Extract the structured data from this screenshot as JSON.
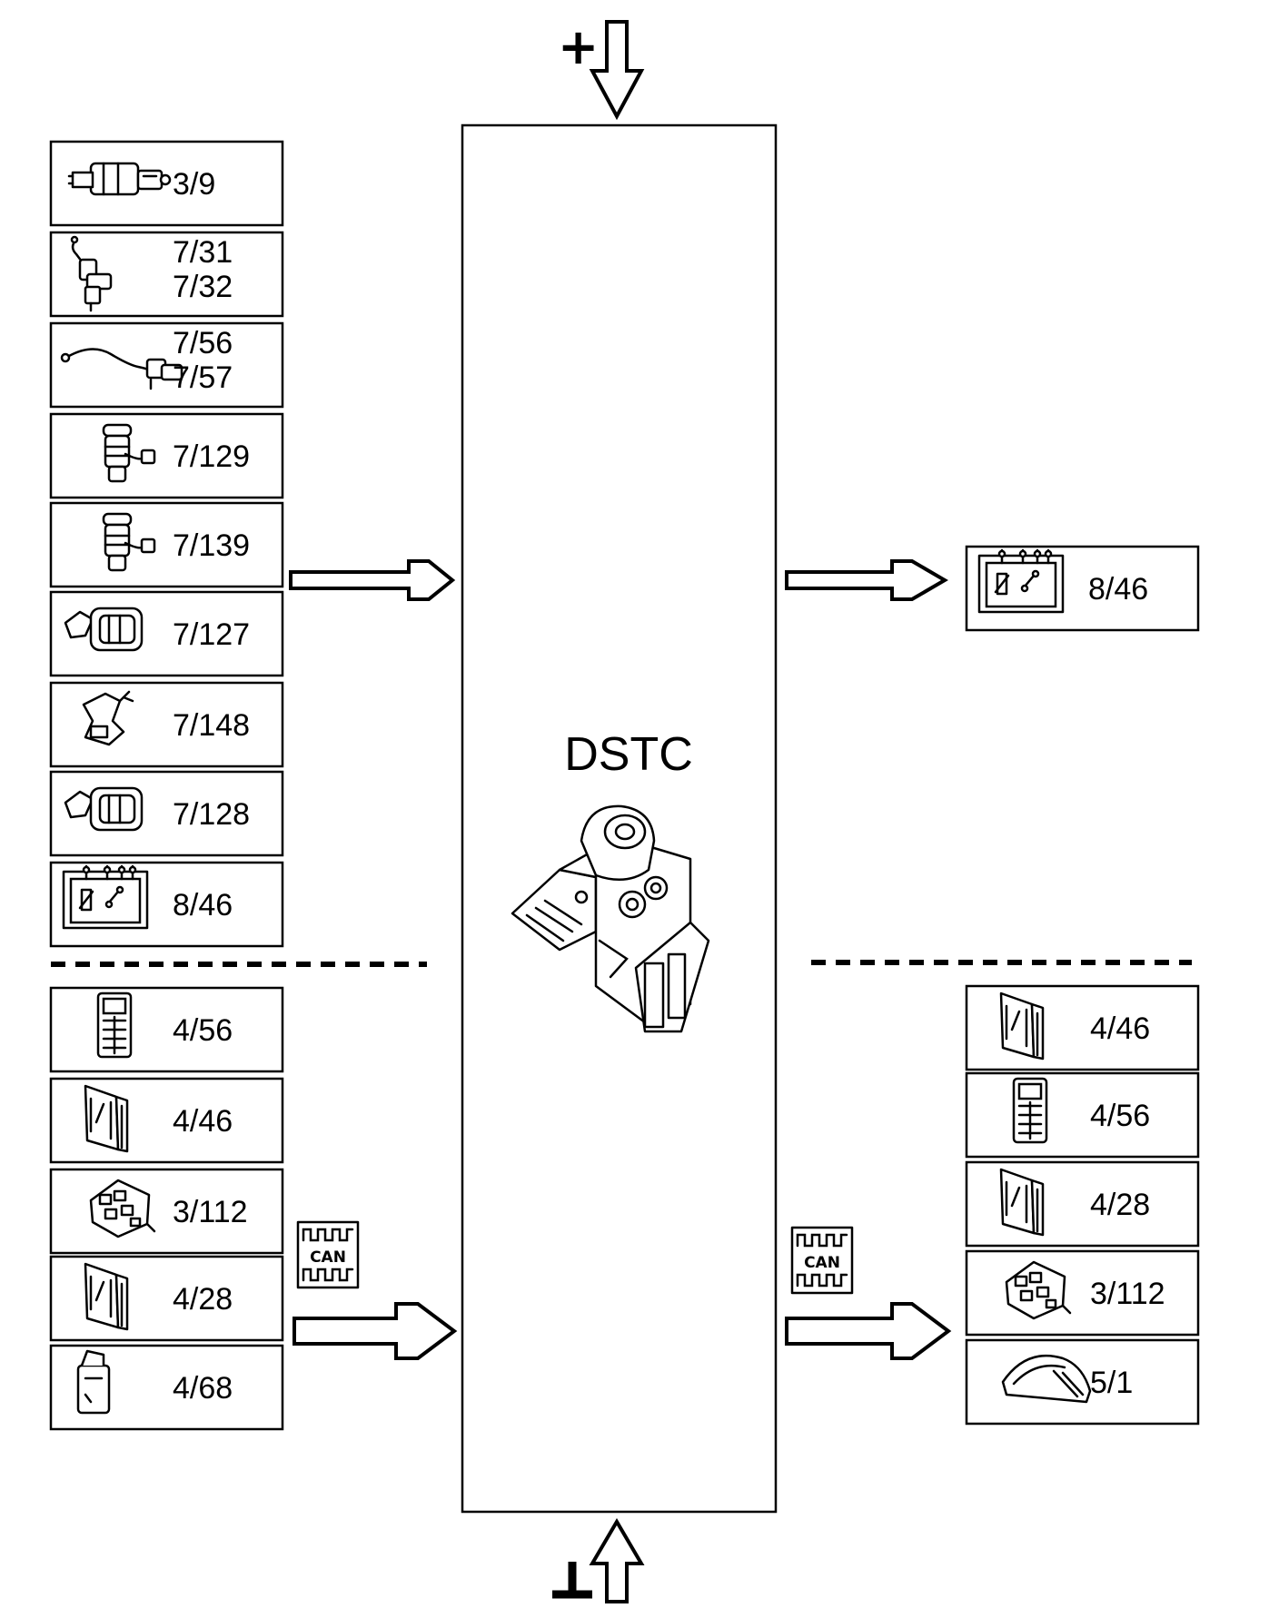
{
  "module": {
    "name": "DSTC",
    "icon": "abs-hydraulic-unit-icon"
  },
  "power": {
    "supply_symbol": "+",
    "ground_symbol": "ground-symbol"
  },
  "bus": {
    "label": "CAN"
  },
  "left_inputs": [
    {
      "lines": [
        "3/9"
      ],
      "icon": "switch-connector-icon"
    },
    {
      "lines": [
        "7/31",
        "7/32"
      ],
      "icon": "wheel-sensor-icon"
    },
    {
      "lines": [
        "7/56",
        "7/57"
      ],
      "icon": "cable-sensor-icon"
    },
    {
      "lines": [
        "7/129"
      ],
      "icon": "pressure-sensor-icon"
    },
    {
      "lines": [
        "7/139"
      ],
      "icon": "pressure-sensor-icon"
    },
    {
      "lines": [
        "7/127"
      ],
      "icon": "yaw-sensor-icon"
    },
    {
      "lines": [
        "7/148"
      ],
      "icon": "bracket-sensor-icon"
    },
    {
      "lines": [
        "7/128"
      ],
      "icon": "yaw-sensor-icon"
    },
    {
      "lines": [
        "8/46"
      ],
      "icon": "relay-icon"
    }
  ],
  "left_can": [
    {
      "lines": [
        "4/56"
      ],
      "icon": "control-module-icon"
    },
    {
      "lines": [
        "4/46"
      ],
      "icon": "ecu-icon"
    },
    {
      "lines": [
        "3/112"
      ],
      "icon": "central-electronic-module-icon"
    },
    {
      "lines": [
        "4/28"
      ],
      "icon": "ecu-icon"
    },
    {
      "lines": [
        "4/68"
      ],
      "icon": "small-module-icon"
    }
  ],
  "right_outputs": [
    {
      "lines": [
        "8/46"
      ],
      "icon": "relay-icon"
    }
  ],
  "right_can": [
    {
      "lines": [
        "4/46"
      ],
      "icon": "ecu-icon"
    },
    {
      "lines": [
        "4/56"
      ],
      "icon": "control-module-icon"
    },
    {
      "lines": [
        "4/28"
      ],
      "icon": "ecu-icon"
    },
    {
      "lines": [
        "3/112"
      ],
      "icon": "central-electronic-module-icon"
    },
    {
      "lines": [
        "5/1"
      ],
      "icon": "instrument-cluster-icon"
    }
  ]
}
